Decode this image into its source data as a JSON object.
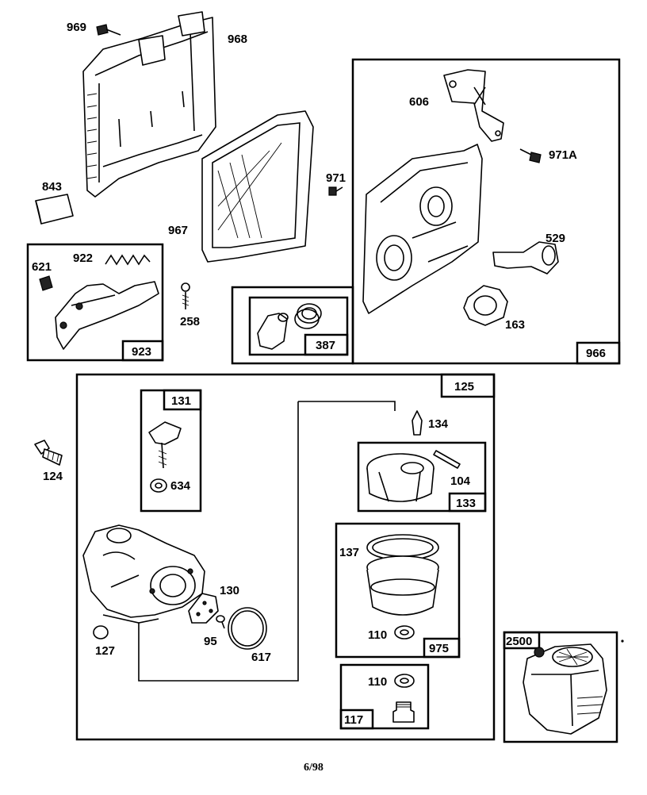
{
  "labels": {
    "p969": "969",
    "p968": "968",
    "p843": "843",
    "p967": "967",
    "p971": "971",
    "p606": "606",
    "p971A": "971A",
    "p529": "529",
    "p163": "163",
    "p621": "621",
    "p922": "922",
    "p923": "923",
    "p258": "258",
    "p387": "387",
    "p966": "966",
    "p125": "125",
    "p131": "131",
    "p634": "634",
    "p134": "134",
    "p104": "104",
    "p133": "133",
    "p124": "124",
    "p137": "137",
    "p110a": "110",
    "p975": "975",
    "p130": "130",
    "p95": "95",
    "p617": "617",
    "p127": "127",
    "p110b": "110",
    "p117": "117",
    "p2500": "2500"
  },
  "footer": {
    "page": "6/98"
  }
}
